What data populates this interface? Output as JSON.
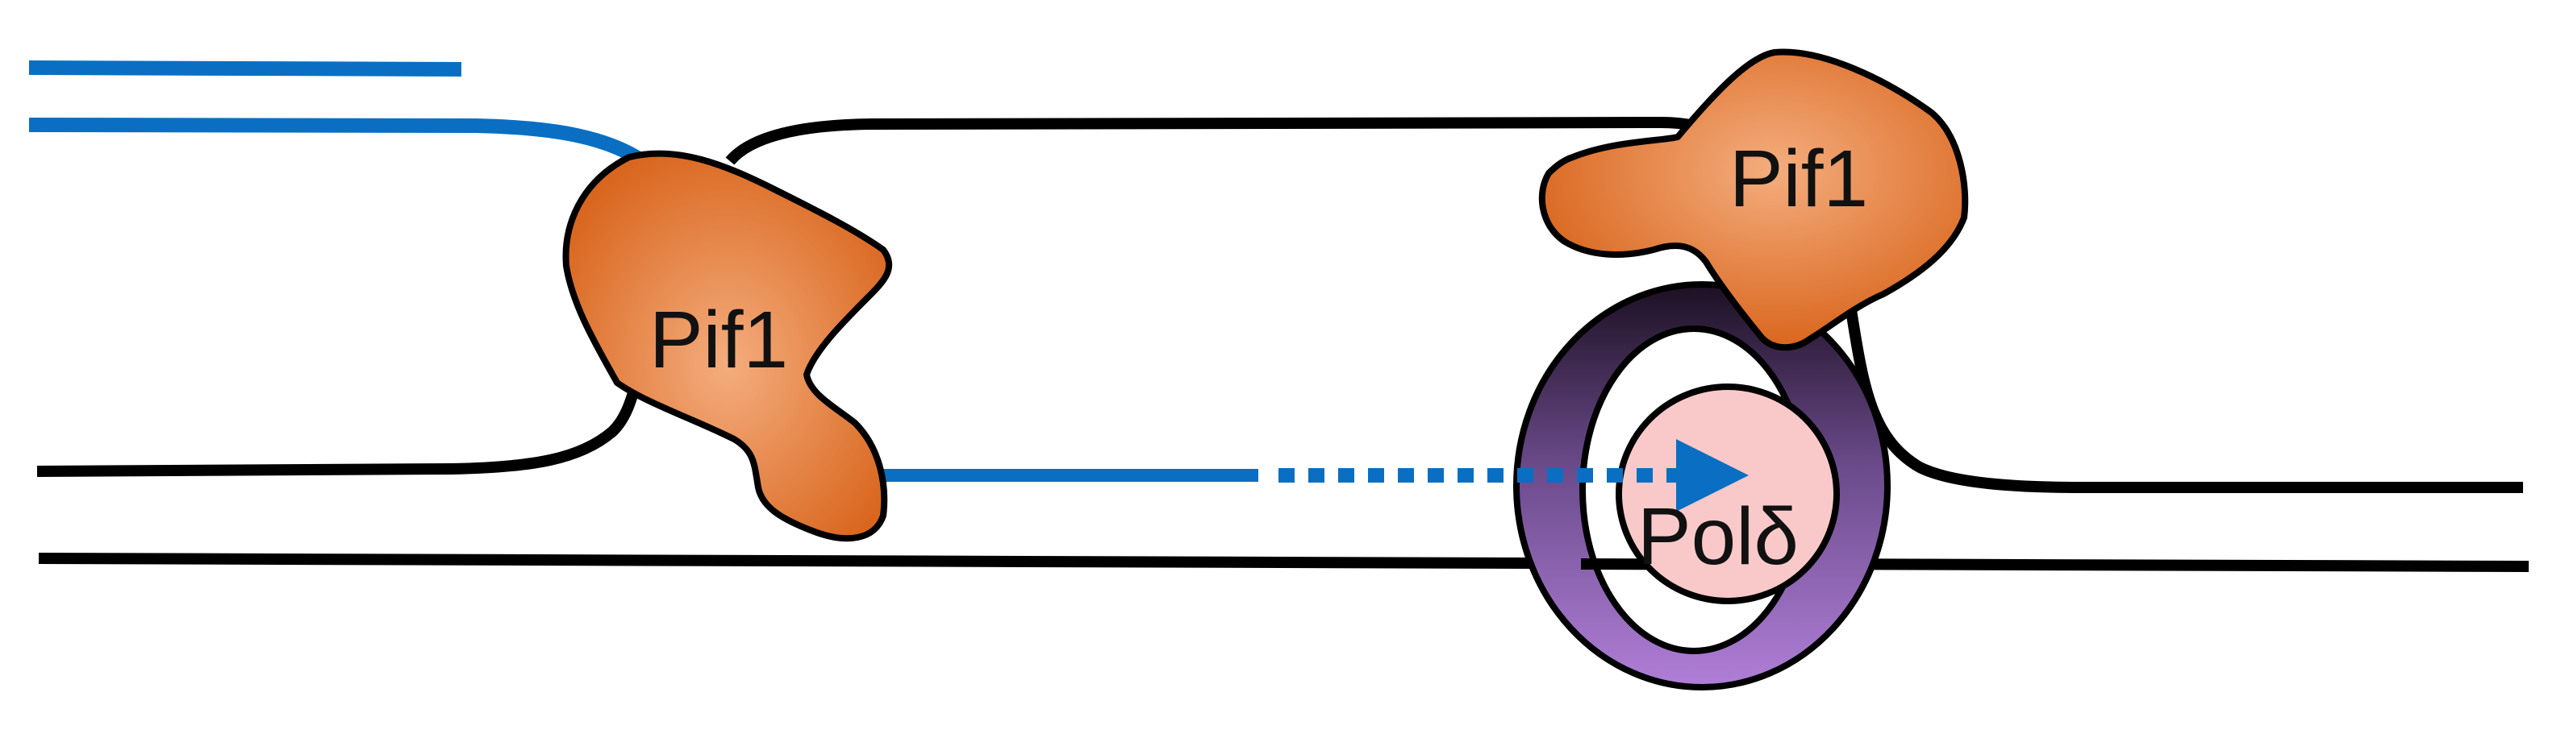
{
  "diagram": {
    "proteins": [
      {
        "id": "pif1-left",
        "label": "Pif1"
      },
      {
        "id": "pif1-right",
        "label": "Pif1"
      },
      {
        "id": "pol-delta",
        "label": "Polδ"
      }
    ],
    "colors": {
      "new_strand": "#0a6fc2",
      "template_strand": "#000000",
      "pif1_fill_center": "#f4ad7e",
      "pif1_fill_edge": "#d9661e",
      "pol_delta_fill": "#f9c9c9",
      "clamp_ring_light": "#b07fd8",
      "clamp_ring_dark": "#1c1022"
    },
    "arrow": {
      "style": "dotted",
      "direction": "right"
    }
  }
}
